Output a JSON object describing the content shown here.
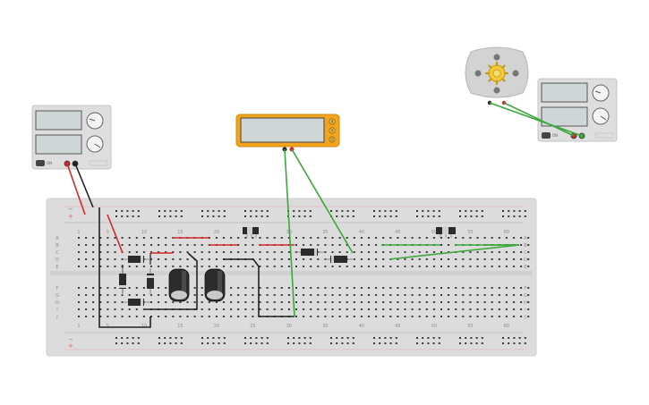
{
  "colors": {
    "board": "#dcdcdc",
    "board_edge": "#c9c9c9",
    "hole": "#3a3a3a",
    "wire_red": "#d42a2a",
    "wire_black": "#222222",
    "wire_green": "#3aa83a",
    "multimeter": "#f2a41d",
    "lcd": "#cfd6d8"
  },
  "breadboard": {
    "column_labels": [
      "1",
      "5",
      "10",
      "15",
      "20",
      "25",
      "30",
      "35",
      "40",
      "45",
      "50",
      "55",
      "60"
    ],
    "row_labels_top": [
      "A",
      "B",
      "C",
      "D",
      "E"
    ],
    "row_labels_bottom": [
      "F",
      "G",
      "H",
      "I",
      "J"
    ],
    "rail_plus": "+",
    "rail_minus": "−"
  },
  "power_supply_left": {
    "button_label": "ON"
  },
  "power_supply_right": {
    "button_label": "ON"
  },
  "multimeter": {
    "mode_icons": [
      "A",
      "V",
      "Ω"
    ]
  },
  "motor": {
    "icon": "gear-icon"
  }
}
